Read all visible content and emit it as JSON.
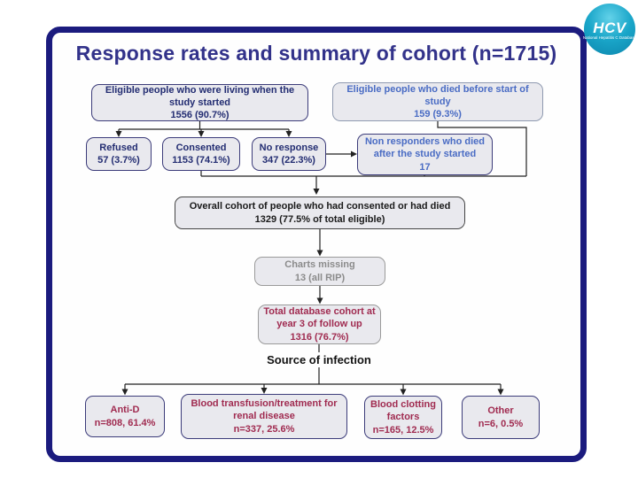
{
  "logo": {
    "text": "HCV",
    "tagline": "National Hepatitis C Database",
    "color": "#14a3c7"
  },
  "title": "Response rates and summary of cohort (n=1715)",
  "nodes": {
    "eligible_living": {
      "label": "Eligible people who were living when the study started",
      "value": "1556 (90.7%)"
    },
    "eligible_died": {
      "label": "Eligible people who died before start of study",
      "value": "159 (9.3%)"
    },
    "refused": {
      "label": "Refused",
      "value": "57 (3.7%)"
    },
    "consented": {
      "label": "Consented",
      "value": "1153 (74.1%)"
    },
    "no_response": {
      "label": "No response",
      "value": "347 (22.3%)"
    },
    "nonresponders_died": {
      "label": "Non responders who died after the study started",
      "value": "17"
    },
    "overall_cohort": {
      "label": "Overall cohort of people who had consented or had died",
      "value": "1329 (77.5% of total eligible)"
    },
    "charts_missing": {
      "label": "Charts missing",
      "value": "13 (all RIP)"
    },
    "total_database": {
      "label": "Total database cohort at year 3 of follow up",
      "value": "1316 (76.7%)"
    },
    "source_of_infection": "Source of infection",
    "anti_d": {
      "label": "Anti-D",
      "value": "n=808, 61.4%"
    },
    "blood_transfusion": {
      "label": "Blood transfusion/treatment for renal disease",
      "value": "n=337, 25.6%"
    },
    "blood_clotting": {
      "label": "Blood clotting factors",
      "value": "n=165, 12.5%"
    },
    "other": {
      "label": "Other",
      "value": "n=6, 0.5%"
    }
  },
  "colors": {
    "frame_navy": "#1b1b7e",
    "title_navy": "#32328a",
    "navy_text": "#232d72",
    "blue_text": "#4a6cc4",
    "maroon_text": "#a02b50",
    "gray_text": "#8b8b8b",
    "black_text": "#1a1a1a",
    "box_fill": "#e9e9ee",
    "logo_teal": "#14a3c7"
  }
}
